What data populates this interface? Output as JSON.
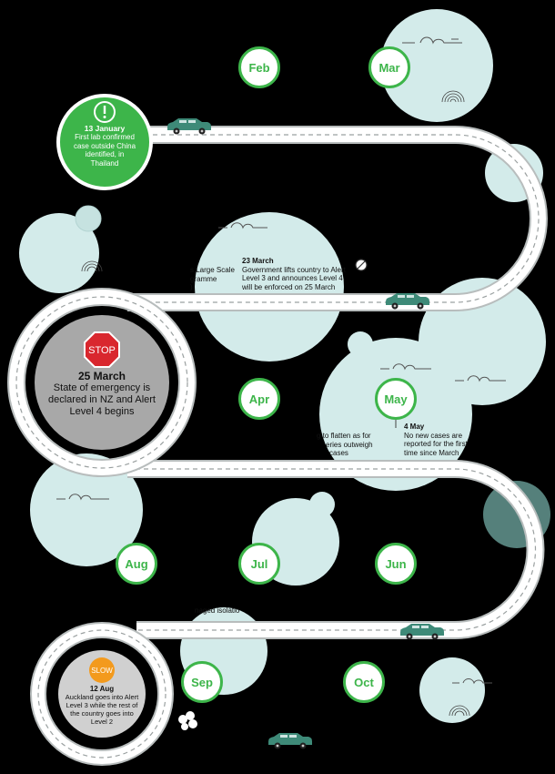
{
  "months": {
    "feb": "Feb",
    "mar": "Mar",
    "apr": "Apr",
    "may": "May",
    "jun": "Jun",
    "jul": "Jul",
    "aug": "Aug",
    "sep": "Sep",
    "oct": "Oct"
  },
  "events": {
    "jan13": {
      "date": "13 January",
      "text": [
        "First lab confirmed",
        "case outside China",
        "identified, in",
        "Thailand"
      ],
      "icon": "warning-icon"
    },
    "mar23": {
      "date": "23 March",
      "text": [
        "Government lifts country to Alert",
        "Level 3 and announces Level 4",
        "will be enforced on 25 March"
      ]
    },
    "mar23_partial": {
      "text": [
        "s Large Scale",
        "gramme",
        ")"
      ]
    },
    "mar25": {
      "sign": "STOP",
      "date": "25 March",
      "text": [
        "State of emergency is",
        "declared in NZ and Alert",
        "Level 4 begins"
      ]
    },
    "may_partial": {
      "text": [
        "g to flatten as for",
        "eries outweigh",
        "cases"
      ]
    },
    "may4": {
      "date": "4 May",
      "text": [
        "No new cases are",
        "reported for the first",
        "time since March"
      ]
    },
    "jul_partial": {
      "text": [
        "naged isolatio"
      ]
    },
    "aug12": {
      "sign": "SLOW",
      "date": "12 Aug",
      "text": [
        "Auckland goes into Alert",
        "Level 3 while the rest of",
        "the country goes into",
        "Level 2"
      ]
    }
  },
  "colors": {
    "background": "#000000",
    "bubble": "#d3ebea",
    "bubble_dark": "#5e8e88",
    "accent_green": "#3db54a",
    "road": "#ffffff",
    "road_edge": "#b8bdbd",
    "stop_red": "#d9272e",
    "slow_orange": "#f39a1d",
    "car": "#3e8a78",
    "event_grey": "#a8a8a8",
    "event_grey_light": "#d0d0d0"
  }
}
